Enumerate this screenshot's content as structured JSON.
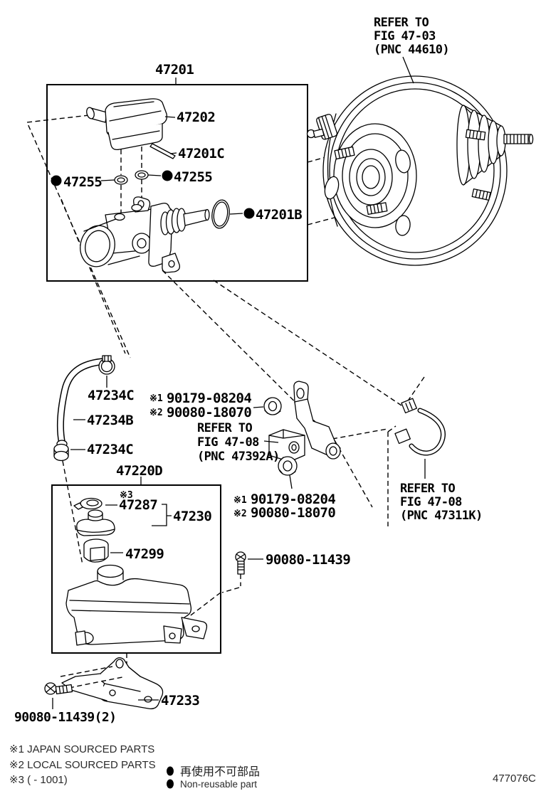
{
  "assembly": {
    "label": "47201"
  },
  "box2": {
    "label": "47220D",
    "note_mark": "※3"
  },
  "parts": {
    "tank": "47202",
    "pin": "47201C",
    "grommet_left": "47255",
    "grommet_right": "47255",
    "oring": "47201B",
    "clamp_top": "47234C",
    "hose": "47234B",
    "clamp_bottom": "47234C",
    "cap_plate": "47287",
    "cap_assy": "47230",
    "strainer": "47299",
    "bolt": "90080-11439",
    "bracket_lower": "47233",
    "bolt2": "90080-11439(2)"
  },
  "nut_upper": {
    "m1": "※1",
    "n1": "90179-08204",
    "m2": "※2",
    "n2": "90080-18070"
  },
  "nut_lower": {
    "m1": "※1",
    "n1": "90179-08204",
    "m2": "※2",
    "n2": "90080-18070"
  },
  "refs": {
    "booster": {
      "l1": "REFER TO",
      "l2": "FIG 47-03",
      "l3": "(PNC 44610)"
    },
    "bracket": {
      "l1": "REFER TO",
      "l2": "FIG 47-08",
      "l3": "(PNC 47392A)"
    },
    "tube": {
      "l1": "REFER TO",
      "l2": "FIG 47-08",
      "l3": "(PNC 47311K)"
    }
  },
  "legend": {
    "note1": "※1 JAPAN SOURCED PARTS",
    "note2": "※2 LOCAL SOURCED PARTS",
    "note3": "※3 (      - 1001)",
    "marker_jp": "再使用不可部品",
    "marker_en": "Non-reusable part"
  },
  "doc_code": "477076C"
}
